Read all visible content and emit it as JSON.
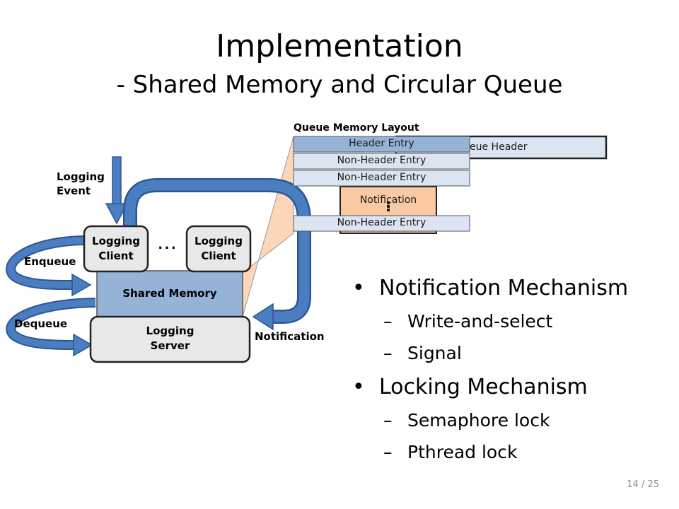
{
  "slide": {
    "title": "Implementation",
    "subtitle": "- Shared Memory and Circular Queue",
    "page_number": "14 / 25"
  },
  "diagram": {
    "logging_event_label": "Logging\nEvent",
    "enqueue_label": "Enqueue",
    "dequeue_label": "Dequeue",
    "notification_label": "Notification",
    "client_1_label": "Logging\nClient",
    "client_2_label": "Logging\nClient",
    "ellipsis": "…",
    "shared_memory_label": "Shared Memory",
    "server_label": "Logging\nServer",
    "queue_layout_title": "Queue Memory Layout",
    "queue_header_label": "Queue Header",
    "queue_header_visible_text": "eue Header",
    "header_entry_label": "Header Entry",
    "non_header_entry_1": "Non-Header Entry",
    "non_header_entry_2": "Non-Header Entry",
    "notification_box_label": "Notification",
    "non_header_entry_3": "Non-Header Entry"
  },
  "bullets": [
    {
      "text": "Notification Mechanism",
      "sub": [
        "Write-and-select",
        "Signal"
      ]
    },
    {
      "text": "Locking Mechanism",
      "sub": [
        "Semaphore lock",
        "Pthread lock"
      ]
    }
  ],
  "colors": {
    "arrow_blue": "#4a7ec0",
    "arrow_border": "#2f5597",
    "shared_memory_fill": "#95b3d7",
    "client_fill": "#e8e8e8",
    "row_fill": "#dbe5f1",
    "header_entry_fill": "#95b3d7",
    "notification_fill": "#f8c9a2",
    "funnel_fill": "#fbd6b8"
  }
}
